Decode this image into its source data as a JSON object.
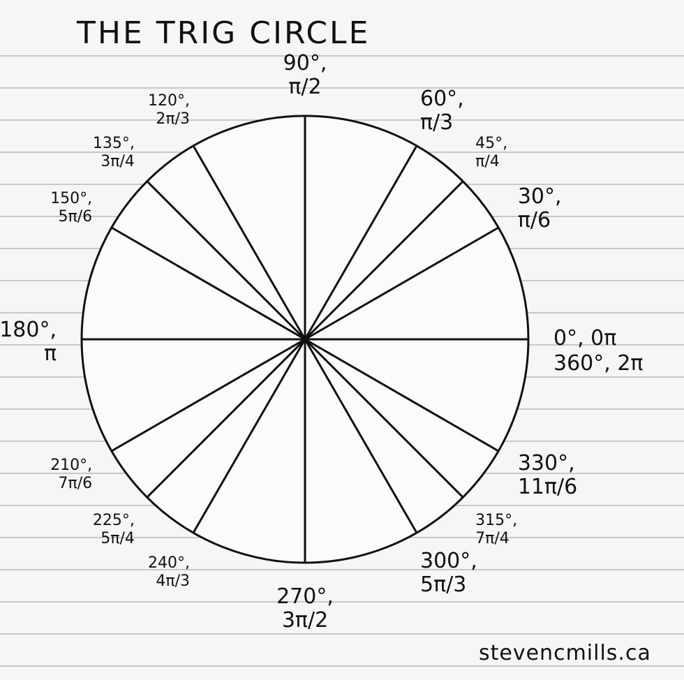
{
  "title": "THE TRIG CIRCLE",
  "credit": "stevencmills.ca",
  "colors": {
    "ink": "#111111",
    "paper": "#f6f6f6",
    "rule": "#b9b9b9"
  },
  "angles": [
    {
      "degrees": 0,
      "deg_label": "0°, 0π",
      "rad_label": "",
      "label2": "360°, 2π",
      "spoke": false
    },
    {
      "degrees": 30,
      "deg_label": "30°,",
      "rad_label": "π/6",
      "label2": "",
      "spoke": true
    },
    {
      "degrees": 45,
      "deg_label": "45°,",
      "rad_label": "π/4",
      "label2": "",
      "spoke": true
    },
    {
      "degrees": 60,
      "deg_label": "60°,",
      "rad_label": "π/3",
      "label2": "",
      "spoke": true
    },
    {
      "degrees": 90,
      "deg_label": "90°,",
      "rad_label": "π/2",
      "label2": "",
      "spoke": false
    },
    {
      "degrees": 120,
      "deg_label": "120°,",
      "rad_label": "2π/3",
      "label2": "",
      "spoke": true
    },
    {
      "degrees": 135,
      "deg_label": "135°,",
      "rad_label": "3π/4",
      "label2": "",
      "spoke": true
    },
    {
      "degrees": 150,
      "deg_label": "150°,",
      "rad_label": "5π/6",
      "label2": "",
      "spoke": true
    },
    {
      "degrees": 180,
      "deg_label": "180°,",
      "rad_label": "π",
      "label2": "",
      "spoke": false
    },
    {
      "degrees": 210,
      "deg_label": "210°,",
      "rad_label": "7π/6",
      "label2": "",
      "spoke": true
    },
    {
      "degrees": 225,
      "deg_label": "225°,",
      "rad_label": "5π/4",
      "label2": "",
      "spoke": true
    },
    {
      "degrees": 240,
      "deg_label": "240°,",
      "rad_label": "4π/3",
      "label2": "",
      "spoke": true
    },
    {
      "degrees": 270,
      "deg_label": "270°,",
      "rad_label": "3π/2",
      "label2": "",
      "spoke": false
    },
    {
      "degrees": 300,
      "deg_label": "300°,",
      "rad_label": "5π/3",
      "label2": "",
      "spoke": true
    },
    {
      "degrees": 315,
      "deg_label": "315°,",
      "rad_label": "7π/4",
      "label2": "",
      "spoke": true
    },
    {
      "degrees": 330,
      "deg_label": "330°,",
      "rad_label": "11π/6",
      "label2": "",
      "spoke": true
    }
  ]
}
